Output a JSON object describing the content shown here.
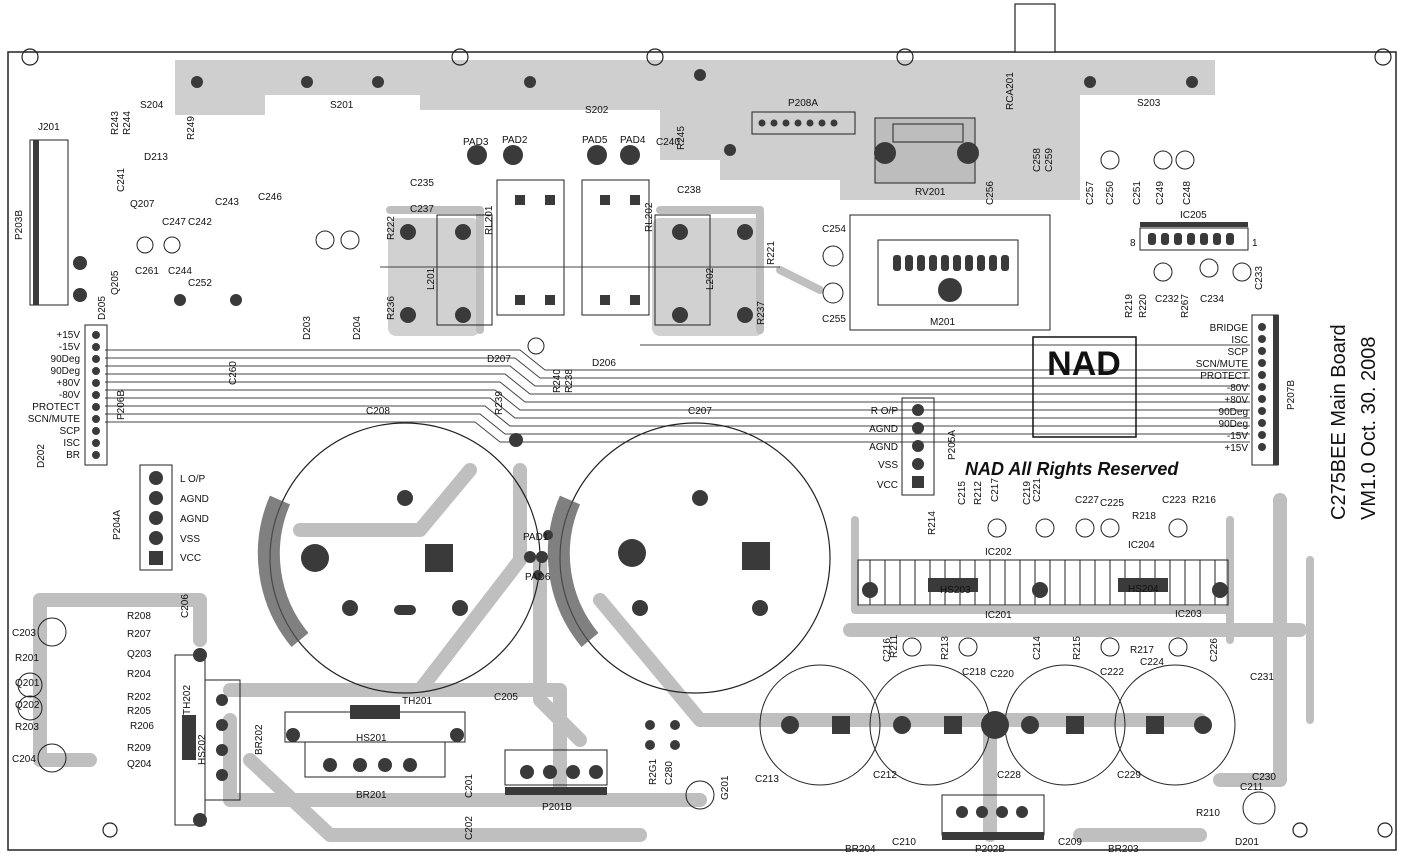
{
  "board": {
    "title_line1": "C275BEE Main Board",
    "title_line2": "VM1.0 Oct. 30. 2008",
    "logo": "NAD",
    "rights": "NAD All Rights Reserved"
  },
  "connectors": {
    "p204a": {
      "ref": "P204A",
      "pins": [
        "L O/P",
        "AGND",
        "AGND",
        "VSS",
        "VCC"
      ]
    },
    "p205a": {
      "ref": "P205A",
      "pins": [
        "R O/P",
        "AGND",
        "AGND",
        "VSS",
        "VCC"
      ]
    },
    "p206b": {
      "ref": "P206B",
      "pins": [
        "+15V",
        "-15V",
        "90Deg",
        "90Deg",
        "+80V",
        "-80V",
        "PROTECT",
        "SCN/MUTE",
        "SCP",
        "ISC",
        "BR"
      ]
    },
    "p207b": {
      "ref": "P207B",
      "pins": [
        "BRIDGE",
        "ISC",
        "SCP",
        "SCN/MUTE",
        "PROTECT",
        "-80V",
        "+80V",
        "90Deg",
        "90Deg",
        "-15V",
        "+15V"
      ]
    },
    "others": [
      "J201",
      "S204",
      "S201",
      "S202",
      "S203",
      "P208A",
      "RCA201",
      "RV201",
      "P203B",
      "P201B",
      "P202B",
      "IC205"
    ]
  },
  "pads": [
    "PAD1",
    "PAD2",
    "PAD3",
    "PAD4",
    "PAD5",
    "PAD6"
  ],
  "components": {
    "caps": [
      "C208",
      "C207",
      "C213",
      "C212",
      "C228",
      "C229",
      "C231",
      "C230",
      "C211",
      "C210",
      "C209",
      "C206",
      "C205",
      "C201",
      "C202",
      "C203",
      "C204",
      "C280",
      "C254",
      "C255",
      "C232",
      "C233",
      "C234",
      "C215",
      "C217",
      "C219",
      "C221",
      "C227",
      "C225",
      "C223",
      "C216",
      "C218",
      "C214",
      "C220",
      "C222",
      "C224",
      "C226",
      "C235",
      "C237",
      "C238",
      "C240",
      "C248",
      "C249",
      "C250",
      "C251",
      "C256",
      "C257",
      "C258",
      "C259",
      "C241",
      "C242",
      "C243",
      "C244",
      "C246",
      "C247",
      "C252",
      "C260",
      "C261"
    ],
    "resistors": [
      "R201",
      "R202",
      "R203",
      "R204",
      "R205",
      "R206",
      "R207",
      "R208",
      "R209",
      "R210",
      "R211",
      "R212",
      "R213",
      "R214",
      "R215",
      "R216",
      "R217",
      "R218",
      "R219",
      "R220",
      "R221",
      "R222",
      "R236",
      "R237",
      "R239",
      "R240",
      "R238",
      "R245",
      "R243",
      "R244",
      "R249",
      "R267",
      "R2G1"
    ],
    "semis": [
      "Q201",
      "Q202",
      "Q203",
      "Q204",
      "Q205",
      "Q207",
      "D201",
      "D202",
      "D203",
      "D204",
      "D205",
      "D206",
      "D207",
      "D213",
      "G201",
      "TH201",
      "TH202",
      "M201"
    ],
    "ics": [
      "IC201",
      "IC202",
      "IC203",
      "IC204"
    ],
    "heatsinks": [
      "HS201",
      "HS202",
      "HS203",
      "HS204"
    ],
    "bridges": [
      "BR201",
      "BR202",
      "BR203",
      "BR204"
    ],
    "relays": [
      "RL201",
      "RL202"
    ],
    "inductors": [
      "L201",
      "L202"
    ]
  },
  "ic205_pins": {
    "left": "8",
    "right": "1"
  }
}
